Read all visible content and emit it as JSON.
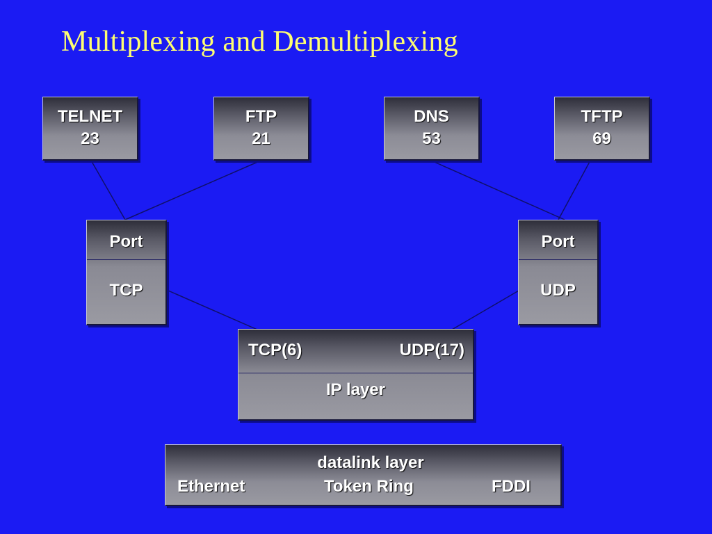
{
  "title": "Multiplexing and Demultiplexing",
  "applications": [
    {
      "name": "TELNET",
      "port": "23"
    },
    {
      "name": "FTP",
      "port": "21"
    },
    {
      "name": "DNS",
      "port": "53"
    },
    {
      "name": "TFTP",
      "port": "69"
    }
  ],
  "transport": [
    {
      "top": "Port",
      "bottom": "TCP"
    },
    {
      "top": "Port",
      "bottom": "UDP"
    }
  ],
  "ip_layer": {
    "protocol_tcp": "TCP(6)",
    "protocol_udp": "UDP(17)",
    "label": "IP layer"
  },
  "datalink": {
    "label": "datalink layer",
    "technologies": [
      "Ethernet",
      "Token Ring",
      "FDDI"
    ]
  },
  "colors": {
    "background": "#1b1bf3",
    "title": "#fefe72",
    "box_text": "#ffffff",
    "connector": "#10106a"
  }
}
